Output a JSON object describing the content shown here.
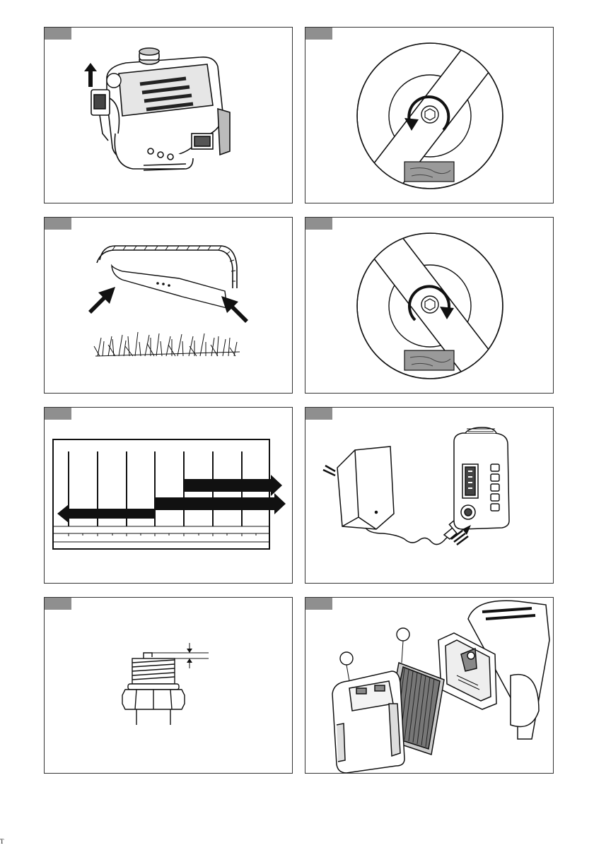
{
  "figures": [
    {
      "id": "fig-oil-cap-removal",
      "icons": [
        "engine-icon",
        "arrow-up-icon"
      ]
    },
    {
      "id": "fig-blade-loosen",
      "icons": [
        "blade-icon",
        "rotate-counterclockwise-icon",
        "wood-block-icon"
      ]
    },
    {
      "id": "fig-blade-orientation",
      "icons": [
        "deck-icon",
        "blade-icon",
        "arrow-icon",
        "grass-icon"
      ]
    },
    {
      "id": "fig-blade-tighten",
      "icons": [
        "blade-icon",
        "rotate-clockwise-icon",
        "wood-block-icon"
      ]
    },
    {
      "id": "fig-temperature-oil-chart",
      "icons": [
        "chart-grid",
        "arrow-left-icon",
        "arrow-right-icon"
      ]
    },
    {
      "id": "fig-battery-charging",
      "icons": [
        "charger-icon",
        "battery-icon",
        "plug-arrow-icon"
      ]
    },
    {
      "id": "fig-spark-plug-gap",
      "icons": [
        "spark-plug-icon",
        "gap-dimension-icon"
      ]
    },
    {
      "id": "fig-air-filter",
      "icons": [
        "air-filter-cover-icon",
        "air-filter-element-icon",
        "filter-housing-icon"
      ]
    }
  ],
  "footer": {
    "text": "T"
  },
  "colors": {
    "tab": "#8f8f8f",
    "border": "#333333",
    "wood": "#9a9a9a"
  }
}
